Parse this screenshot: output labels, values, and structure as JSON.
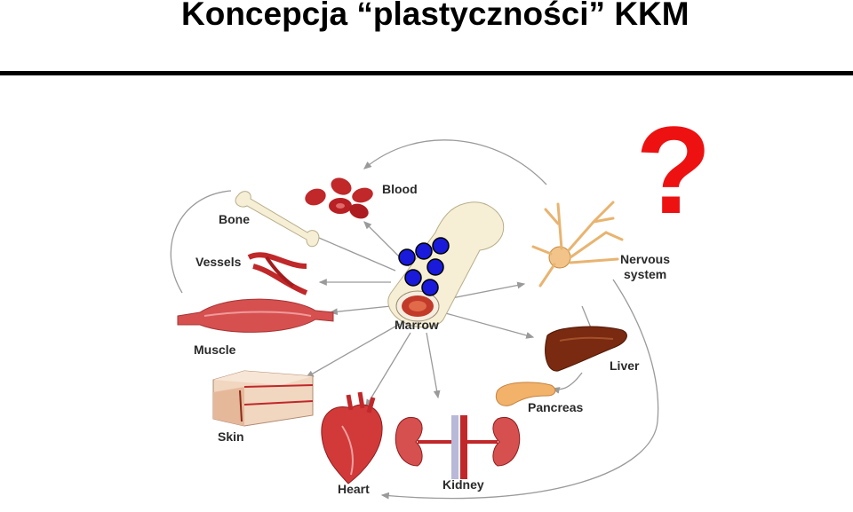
{
  "slide": {
    "title": "Koncepcja “plastyczności” KKM",
    "question_mark": "?"
  },
  "diagram": {
    "center": "Marrow",
    "labels": {
      "blood": "Blood",
      "bone": "Bone",
      "vessels": "Vessels",
      "muscle": "Muscle",
      "skin": "Skin",
      "heart": "Heart",
      "kidney": "Kidney",
      "pancreas": "Pancreas",
      "liver": "Liver",
      "nervous_line1": "Nervous",
      "nervous_line2": "system"
    },
    "colors": {
      "red": "#c0282a",
      "stem_cell": "#1a1adb",
      "liver": "#7a2a10",
      "pancreas": "#f2b26a",
      "bone": "#f6efd6",
      "question": "#ee1111"
    }
  }
}
